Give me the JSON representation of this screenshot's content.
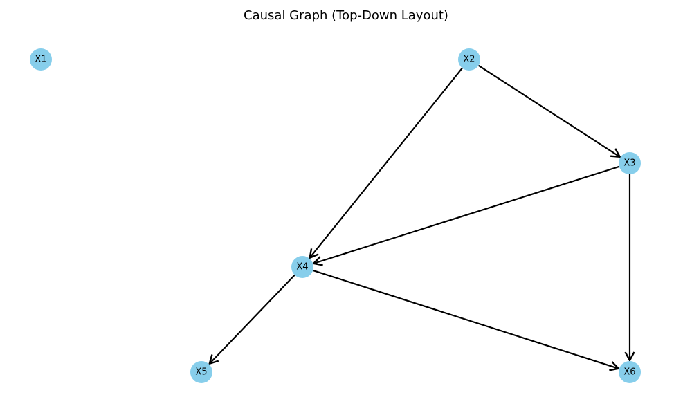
{
  "title": "Causal Graph (Top-Down Layout)",
  "colors": {
    "node_fill": "#87CEEB",
    "edge": "#000000",
    "label": "#000000"
  },
  "nodes": [
    {
      "id": "X1",
      "label": "X1"
    },
    {
      "id": "X2",
      "label": "X2"
    },
    {
      "id": "X3",
      "label": "X3"
    },
    {
      "id": "X4",
      "label": "X4"
    },
    {
      "id": "X5",
      "label": "X5"
    },
    {
      "id": "X6",
      "label": "X6"
    }
  ],
  "edges": [
    {
      "from": "X2",
      "to": "X3"
    },
    {
      "from": "X2",
      "to": "X4"
    },
    {
      "from": "X3",
      "to": "X4"
    },
    {
      "from": "X3",
      "to": "X6"
    },
    {
      "from": "X4",
      "to": "X5"
    },
    {
      "from": "X4",
      "to": "X6"
    }
  ]
}
